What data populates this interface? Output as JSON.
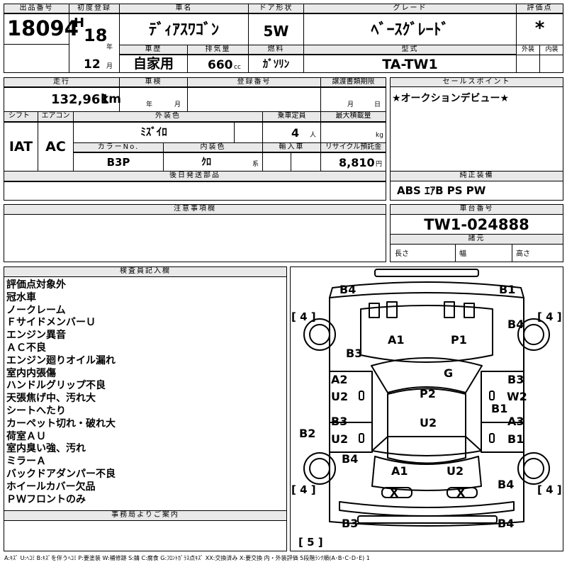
{
  "lot": {
    "label": "出品番号",
    "value": "18094"
  },
  "first_reg": {
    "label": "初度登録",
    "era": "H",
    "year": "18",
    "year_unit": "年",
    "month": "12",
    "month_unit": "月"
  },
  "car_name": {
    "label": "車名",
    "value": "ﾃﾞｨｱｽﾜｺﾞﾝ"
  },
  "door": {
    "label": "ドア形状",
    "value": "5W"
  },
  "grade": {
    "label": "グレード",
    "value": "ﾍﾞｰｽｸﾞﾚｰﾄﾞ"
  },
  "score": {
    "label": "評価点",
    "value": "*",
    "exterior_label": "外装",
    "interior_label": "内装"
  },
  "history": {
    "label": "車歴",
    "value": "自家用"
  },
  "displacement": {
    "label": "排気量",
    "value": "660",
    "unit": "cc"
  },
  "fuel": {
    "label": "燃料",
    "value": "ｶﾞｿﾘﾝ"
  },
  "model": {
    "label": "型式",
    "value": "TA-TW1"
  },
  "mileage": {
    "label": "走行",
    "value": "132,961",
    "unit": "km"
  },
  "shaken": {
    "label": "車検",
    "year_unit": "年",
    "month_unit": "月"
  },
  "registration": {
    "label": "登録番号"
  },
  "transfer": {
    "label": "譲渡書類期限",
    "month_unit": "月",
    "day_unit": "日"
  },
  "sales_point": {
    "label": "セールスポイント",
    "value": "★オークションデビュー★"
  },
  "shift": {
    "label": "シフト",
    "value": "IAT"
  },
  "aircon": {
    "label": "エアコン",
    "value": "AC"
  },
  "exterior_color": {
    "label": "外装色",
    "value": "ﾐｽﾞｲﾛ"
  },
  "capacity": {
    "label": "乗車定員",
    "value": "4",
    "unit": "人"
  },
  "max_load": {
    "label": "最大積載量",
    "unit": "kg"
  },
  "color_no": {
    "label": "カラーNo.",
    "value": "B3P"
  },
  "interior_color": {
    "label": "内装色",
    "value": "ｸﾛ",
    "unit": "系"
  },
  "import": {
    "label": "輸入車"
  },
  "recycle": {
    "label": "リサイクル預託金",
    "value": "8,810",
    "unit": "円"
  },
  "later_parts": {
    "label": "後日発送部品"
  },
  "equipment": {
    "label": "純正装備",
    "value": "ABS ｴｱB PS PW"
  },
  "notes_section": {
    "label": "注意事項欄"
  },
  "chassis": {
    "label": "車台番号",
    "value": "TW1-024888"
  },
  "specs": {
    "label": "諸元",
    "length": "長さ",
    "width": "幅",
    "height": "高さ"
  },
  "inspector": {
    "label": "検査員記入欄",
    "notes": [
      "評価点対象外",
      "冠水車",
      "ノークレーム",
      "ＦサイドメンバーＵ",
      "エンジン異音",
      "ＡＣ不良",
      "エンジン廻りオイル漏れ",
      "室内内張傷",
      "ハンドルグリップ不良",
      "天張焦げ中、汚れ大",
      "シートへたり",
      "カーペット切れ・破れ大",
      "荷室ＡＵ",
      "室内臭い強、汚れ",
      "ミラーＡ",
      "バックドアダンパー不良",
      "ホイールカバー欠品",
      "ＰＷフロントのみ"
    ]
  },
  "office": {
    "label": "事務局よりご案内"
  },
  "diagram": {
    "tire_front_left": "[ 4 ]",
    "tire_front_right": "[ 4 ]",
    "tire_rear_left": "[ 4 ]",
    "tire_rear_right": "[ 4 ]",
    "spare": "[ 5 ]",
    "damages": {
      "front_bumper_left": "B4",
      "front_bumper_right": "B1",
      "hood_a": "A1",
      "hood_p": "P1",
      "windshield": "G",
      "left_fender": "B3",
      "right_fender": "B4",
      "left_front_door_a": "A2",
      "left_front_door_u": "U2",
      "right_front_door_b": "B3",
      "right_front_door_w": "W2",
      "roof_p": "P2",
      "roof_u": "U2",
      "right_step": "B1",
      "left_rear_door_b": "B3",
      "left_rear_door_u": "U2",
      "right_rear_door_a": "A3",
      "right_rear_door_b": "B1",
      "left_step": "B2",
      "left_quarter": "B4",
      "right_quarter": "B4",
      "rear_a": "A1",
      "rear_u": "U2",
      "rear_x_left": "X",
      "rear_x_right": "X",
      "rear_bumper_left": "B3",
      "rear_bumper_right": "B4"
    }
  },
  "legend": "A:ｷｽﾞ U:ﾍｺﾐ B:ｷｽﾞを伴うﾍｺﾐ P:要塗装 W:補修跡 S:錆 C:腐食 G:ﾌﾛﾝﾄｶﾞﾗｽ点ｷｽﾞ XX:交換済み X:要交換 内・外装評価 5段階ﾗﾝｸ順(A･B･C･D･E) 1"
}
